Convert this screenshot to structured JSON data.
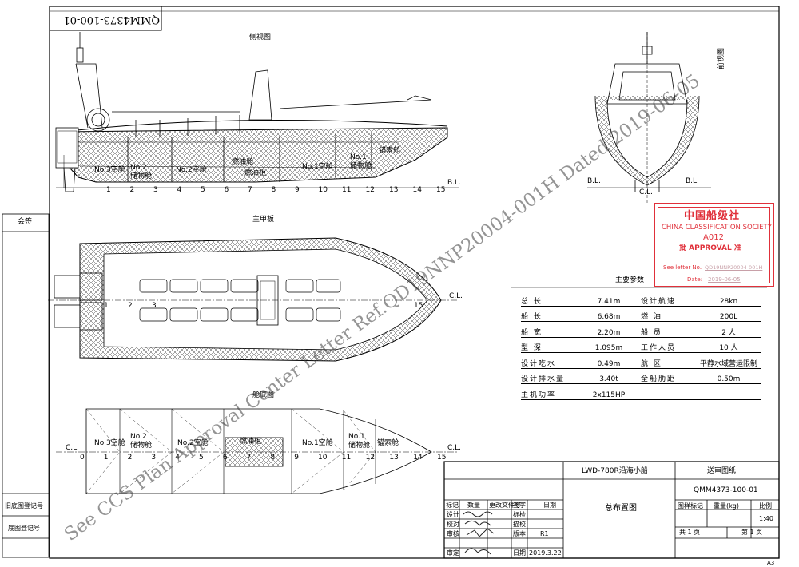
{
  "drawing_number": "QMM4373-100-01",
  "drawing_number_top": "QMM4373-100-01",
  "views": {
    "side": "侧视图",
    "front": "前视图",
    "main_deck": "主甲板",
    "bottom": "舱底图"
  },
  "labels": {
    "bl": "B.L.",
    "cl": "C.L.",
    "compartments_side": [
      "No.3空舱",
      "No.2 储物舱",
      "No.2空舱",
      "燃油舱",
      "燃油柜",
      "No.1空舱",
      "No.1 储物舱",
      "锚索舱"
    ],
    "compartments_bottom": [
      "No.3空舱",
      "No.2 储物舱",
      "No.2空舱",
      "燃油柜",
      "No.1空舱",
      "No.1 储物舱",
      "锚索舱"
    ]
  },
  "frames_side": [
    "1",
    "2",
    "3",
    "4",
    "5",
    "6",
    "7",
    "8",
    "9",
    "10",
    "11",
    "12",
    "13",
    "14",
    "15"
  ],
  "frames_bottom": [
    "0",
    "1",
    "2",
    "3",
    "4",
    "5",
    "6",
    "7",
    "8",
    "9",
    "10",
    "11",
    "12",
    "13",
    "14",
    "15"
  ],
  "frames_deck": [
    "1",
    "2",
    "3",
    "15"
  ],
  "stamp": {
    "cn": "中国船级社",
    "en": "CHINA CLASSIFICATION SOCIETY",
    "code": "A012",
    "approval": "批  APPROVAL  准",
    "letter_label": "See letter No.",
    "letter_value": "QD19NNP20004-001H",
    "date_label": "Date:",
    "date_value": "2019-06-05"
  },
  "watermark": {
    "line1": "See CCS Plan Approval Center Letter Ref.QD19NNP20004-001H Dated 2019-06-05"
  },
  "specs": {
    "title": "主要参数",
    "rows": [
      {
        "k1": "总    长",
        "v1": "7.41m",
        "k2": "设计航速",
        "v2": "28kn"
      },
      {
        "k1": "船    长",
        "v1": "6.68m",
        "k2": "燃    油",
        "v2": "200L"
      },
      {
        "k1": "船    宽",
        "v1": "2.20m",
        "k2": "船    员",
        "v2": "2 人"
      },
      {
        "k1": "型    深",
        "v1": "1.095m",
        "k2": "工作人员",
        "v2": "10 人"
      },
      {
        "k1": "设计吃水",
        "v1": "0.49m",
        "k2": "航    区",
        "v2": "平静水域营运限制"
      },
      {
        "k1": "设计排水量",
        "v1": "3.40t",
        "k2": "全船肋距",
        "v2": "0.50m"
      },
      {
        "k1": "主机功率",
        "v1": "2x115HP",
        "k2": "",
        "v2": ""
      }
    ]
  },
  "left_column": {
    "countersign": "会签",
    "old_register": "旧底图登记号",
    "base_register": "底图登记号"
  },
  "title_block": {
    "vessel": "LWD-780R沿海小船",
    "submission": "送审图纸",
    "drawing_title": "总布置图",
    "number": "QMM4373-100-01",
    "col_marker": "图样标记",
    "col_weight": "重量(kg)",
    "col_scale": "比例",
    "scale": "1:40",
    "total_sheets": "共  1  页",
    "sheet": "第  1  页",
    "rev_headers": [
      "标记",
      "数量",
      "更改文件号",
      "签字",
      "日期"
    ],
    "roles": [
      "设计",
      "校对",
      "审核",
      "审定"
    ],
    "roles2": [
      "描校",
      "描校",
      "日期"
    ],
    "approvals": [
      "标检",
      "描校"
    ],
    "revision_label": "版本",
    "revision": "R1",
    "date": "2019.3.22",
    "size": "A3"
  }
}
